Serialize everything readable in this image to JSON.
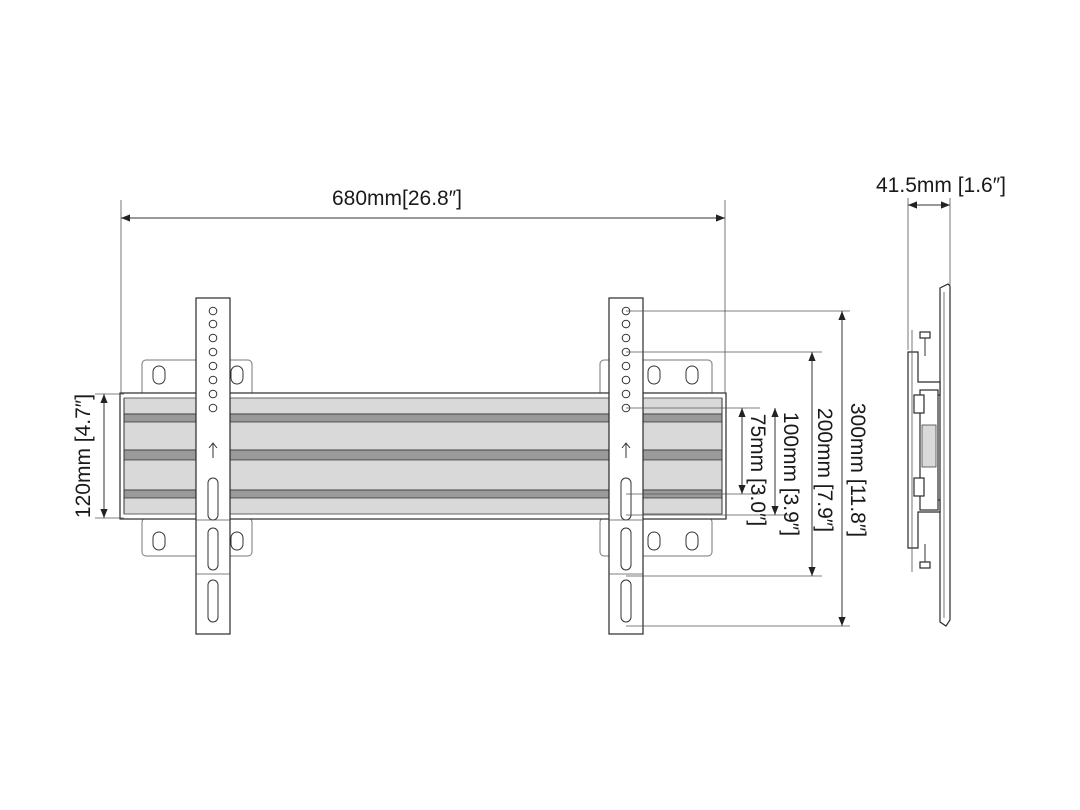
{
  "dimensions": {
    "overall_width": "680mm[26.8″]",
    "depth": "41.5mm [1.6″]",
    "rail_height": "120mm [4.7″]",
    "v300": "300mm [11.8″]",
    "v200": "200mm [7.9″]",
    "v100": "100mm [3.9″]",
    "v75": "75mm [3.0″]"
  }
}
